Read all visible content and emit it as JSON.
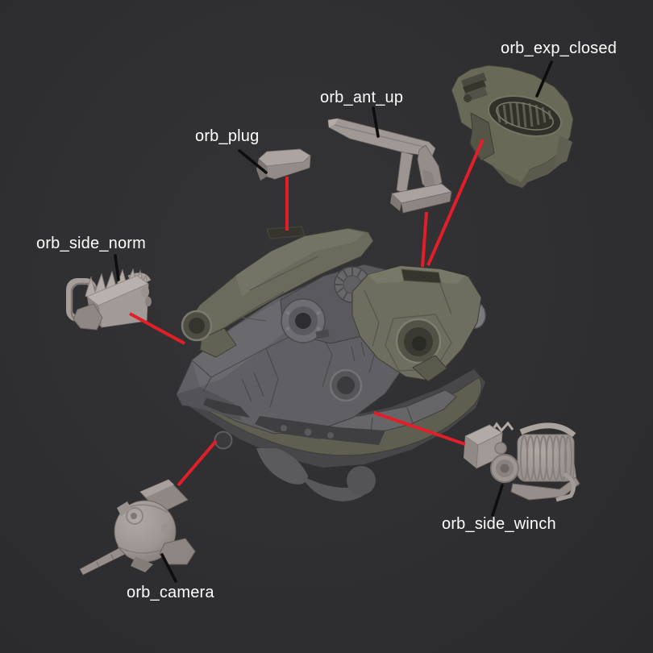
{
  "scene": {
    "labels": [
      {
        "id": "orb_exp_closed",
        "text": "orb_exp_closed"
      },
      {
        "id": "orb_ant_up",
        "text": "orb_ant_up"
      },
      {
        "id": "orb_plug",
        "text": "orb_plug"
      },
      {
        "id": "orb_side_norm",
        "text": "orb_side_norm"
      },
      {
        "id": "orb_camera",
        "text": "orb_camera"
      },
      {
        "id": "orb_side_winch",
        "text": "orb_side_winch"
      }
    ],
    "colors": {
      "background": "#2e2e30",
      "connector_line": "#e41e29",
      "leader_line": "#0e0e0e",
      "label_text": "#ffffff",
      "body_olive": "#6b6b5d",
      "body_gray": "#606064",
      "part_gray": "#a19995"
    }
  }
}
